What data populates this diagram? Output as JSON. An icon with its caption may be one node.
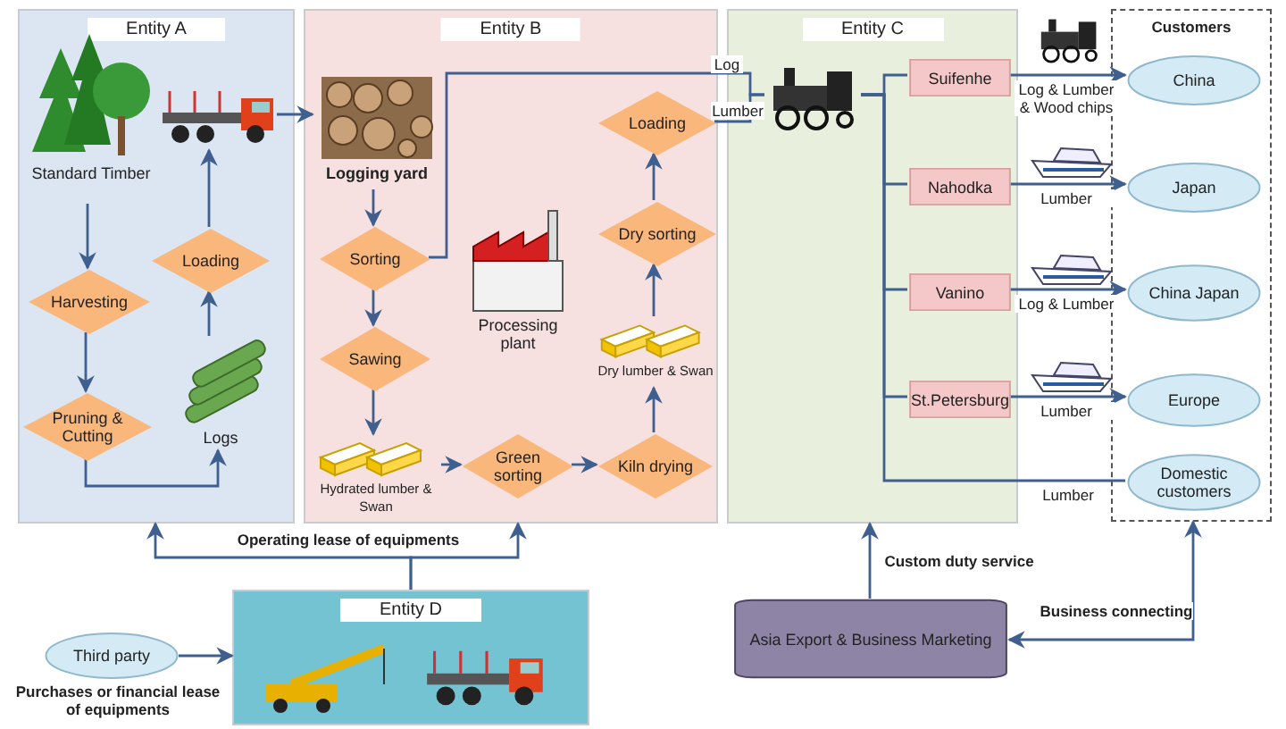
{
  "diagram": {
    "nodes": [
      {
        "text": [
          "Entity A"
        ]
      },
      {
        "text": [
          "Standard Timber"
        ],
        "in": 0
      },
      {
        "text": [
          "Harvesting"
        ],
        "in": 0
      },
      {
        "text": [
          "Pruning & Cutting"
        ],
        "in": 0
      },
      {
        "text": [
          "Logs"
        ],
        "in": 0
      },
      {
        "text": [
          "Loading"
        ],
        "in": 0
      },
      {
        "text": [],
        "shape": "picture",
        "in": 0
      },
      {
        "text": [
          "Entity B"
        ]
      },
      {
        "text": [
          "Logging yard"
        ],
        "in": 7
      },
      {
        "text": [
          "Sorting"
        ],
        "in": 7
      },
      {
        "text": [
          "Sawing"
        ],
        "in": 7
      },
      {
        "text": [
          "Hydrated lumber & Swan"
        ],
        "in": 7
      },
      {
        "text": [
          "Green sorting"
        ],
        "in": 7
      },
      {
        "text": [
          "Kiln drying"
        ],
        "in": 7
      },
      {
        "text": [
          "Dry lumber & Swan"
        ],
        "in": 7
      },
      {
        "text": [
          "Dry sorting"
        ],
        "in": 7
      },
      {
        "text": [
          "Loading"
        ],
        "in": 7
      },
      {
        "text": [
          "Processing plant"
        ],
        "in": 7
      },
      {
        "text": [
          "Entity C"
        ]
      },
      {
        "text": [],
        "shape": "picture",
        "in": 18
      },
      {
        "text": [
          "Suifenhe"
        ],
        "in": 18
      },
      {
        "text": [
          "Nahodka"
        ],
        "in": 18
      },
      {
        "text": [
          "Vanino"
        ],
        "in": 18
      },
      {
        "text": [
          "St.Petersburg"
        ],
        "in": 18
      },
      {
        "text": [
          "Customers"
        ]
      },
      {
        "text": [
          "China"
        ],
        "in": 24
      },
      {
        "text": [
          "Japan"
        ],
        "in": 24
      },
      {
        "text": [
          "China Japan"
        ],
        "in": 24
      },
      {
        "text": [
          "Europe"
        ],
        "in": 24
      },
      {
        "text": [
          "Domestic customers"
        ],
        "in": 24
      },
      {
        "text": [
          "Entity D"
        ]
      },
      {
        "text": [],
        "shape": "picture",
        "in": 30
      },
      {
        "text": [],
        "shape": "picture",
        "in": 30
      },
      {
        "text": [
          "Third party"
        ]
      },
      {
        "text": [
          "Asia Export & Business Marketing"
        ]
      }
    ],
    "edges": [
      {
        "from": 1,
        "to": 2,
        "arrow": "to"
      },
      {
        "from": 2,
        "to": 3,
        "arrow": "to"
      },
      {
        "from": 3,
        "to": 4,
        "arrow": "to"
      },
      {
        "from": 4,
        "to": 5,
        "arrow": "to"
      },
      {
        "from": 5,
        "to": 6,
        "arrow": "to"
      },
      {
        "from": 6,
        "to": 8,
        "arrow": "to"
      },
      {
        "from": 8,
        "to": 9,
        "arrow": "to"
      },
      {
        "from": 9,
        "to": 10,
        "arrow": "to"
      },
      {
        "from": 10,
        "to": 11,
        "arrow": "to"
      },
      {
        "from": 11,
        "to": 12,
        "arrow": "to"
      },
      {
        "from": 12,
        "to": 13,
        "arrow": "to"
      },
      {
        "from": 13,
        "to": 14,
        "arrow": "to"
      },
      {
        "from": 14,
        "to": 15,
        "arrow": "to"
      },
      {
        "from": 15,
        "to": 16,
        "arrow": "to"
      },
      {
        "from": 9,
        "to": 19,
        "arrow": "none",
        "label": "Log"
      },
      {
        "from": 16,
        "to": 19,
        "arrow": "none",
        "label": "Lumber"
      },
      {
        "from": 19,
        "to": 20,
        "arrow": "none"
      },
      {
        "from": 19,
        "to": 21,
        "arrow": "none"
      },
      {
        "from": 19,
        "to": 22,
        "arrow": "none"
      },
      {
        "from": 19,
        "to": 23,
        "arrow": "none"
      },
      {
        "from": 20,
        "to": 25,
        "arrow": "to",
        "label": "Log & Lumber & Wood chips"
      },
      {
        "from": 21,
        "to": 26,
        "arrow": "to",
        "label": "Lumber"
      },
      {
        "from": 22,
        "to": 27,
        "arrow": "to",
        "label": "Log & Lumber"
      },
      {
        "from": 23,
        "to": 28,
        "arrow": "to",
        "label": "Lumber"
      },
      {
        "from": 19,
        "to": 29,
        "arrow": "none",
        "label": "Lumber"
      },
      {
        "from": 30,
        "to": 0,
        "arrow": "to",
        "label": "Operating lease of equipments"
      },
      {
        "from": 30,
        "to": 7,
        "arrow": "to"
      },
      {
        "from": 33,
        "to": 30,
        "arrow": "to",
        "label": "Purchases or financial lease of equipments"
      },
      {
        "from": 34,
        "to": 18,
        "arrow": "to",
        "label": "Custom duty service"
      },
      {
        "from": 34,
        "to": 24,
        "arrow": "both",
        "label": "Business connecting"
      }
    ]
  }
}
